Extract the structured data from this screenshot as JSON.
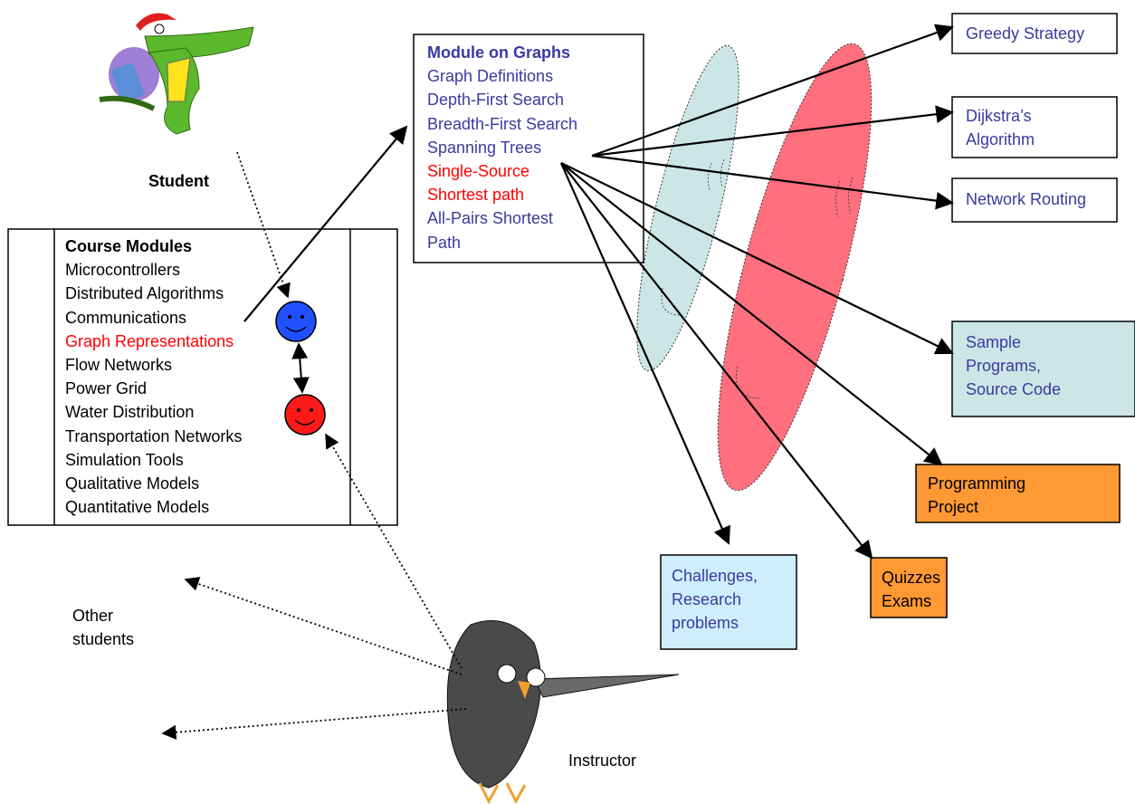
{
  "student_label": "Student",
  "instructor_label": "Instructor",
  "other_students_label": [
    "Other",
    "students"
  ],
  "course_modules": {
    "title": "Course Modules",
    "items": [
      {
        "text": "Microcontrollers",
        "color": "#000000"
      },
      {
        "text": "Distributed Algorithms",
        "color": "#000000"
      },
      {
        "text": "Communications",
        "color": "#000000"
      },
      {
        "text": "Graph Representations",
        "color": "#ff0000"
      },
      {
        "text": "Flow Networks",
        "color": "#000000"
      },
      {
        "text": "Power Grid",
        "color": "#000000"
      },
      {
        "text": "Water Distribution",
        "color": "#000000"
      },
      {
        "text": "Transportation Networks",
        "color": "#000000"
      },
      {
        "text": "Simulation Tools",
        "color": "#000000"
      },
      {
        "text": "Qualitative Models",
        "color": "#000000"
      },
      {
        "text": "Quantitative Models",
        "color": "#000000"
      }
    ]
  },
  "graph_module": {
    "title": "Module on Graphs",
    "items": [
      {
        "text": "Graph Definitions",
        "color": "#3a3aa0"
      },
      {
        "text": "Depth-First Search",
        "color": "#3a3aa0"
      },
      {
        "text": "Breadth-First Search",
        "color": "#3a3aa0"
      },
      {
        "text": "Spanning Trees",
        "color": "#3a3aa0"
      },
      {
        "text": "Single-Source",
        "color": "#ff0000"
      },
      {
        "text": "Shortest path",
        "color": "#ff0000"
      },
      {
        "text": "All-Pairs Shortest",
        "color": "#3a3aa0"
      },
      {
        "text": "Path",
        "color": "#3a3aa0"
      }
    ]
  },
  "resources": {
    "greedy": {
      "lines": [
        "Greedy Strategy"
      ]
    },
    "dijkstra": {
      "lines": [
        "Dijkstra’s",
        "Algorithm"
      ]
    },
    "routing": {
      "lines": [
        "Network Routing"
      ]
    },
    "sample": {
      "lines": [
        "Sample",
        "Programs,",
        "Source Code"
      ]
    },
    "project": {
      "lines": [
        "Programming",
        "Project"
      ]
    },
    "quizzes": {
      "lines": [
        "Quizzes",
        "Exams"
      ]
    },
    "challenges": {
      "lines": [
        "Challenges,",
        "Research",
        "problems"
      ]
    }
  },
  "colors": {
    "teal_fill": "#cce6e6",
    "pink_fill": "#ff6f7d",
    "orange_fill": "#ff9933",
    "light_blue_fill": "#cfeefc",
    "blue_smiley": "#1f4fff",
    "red_smiley": "#ff1a1a",
    "blue_text": "#3a3aa0",
    "red_text": "#ff0000"
  }
}
